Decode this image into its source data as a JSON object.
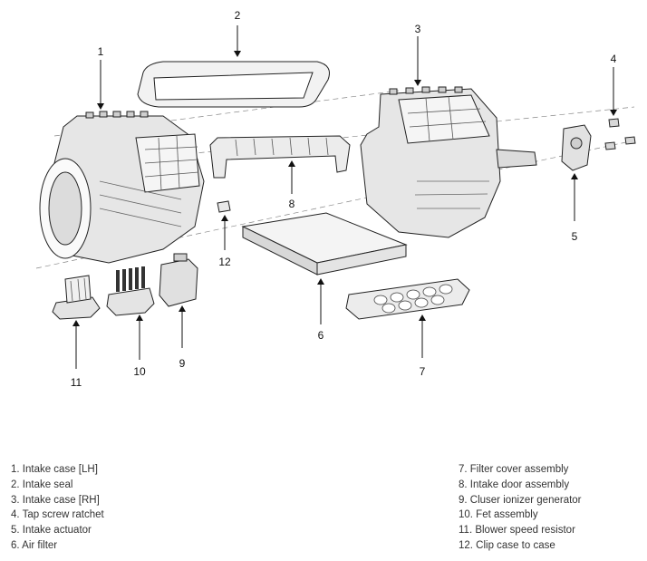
{
  "callouts": [
    "1",
    "2",
    "3",
    "4",
    "5",
    "6",
    "7",
    "8",
    "9",
    "10",
    "11",
    "12"
  ],
  "legend": {
    "left": [
      "1. Intake case [LH]",
      "2. Intake seal",
      "3. Intake case [RH]",
      "4. Tap screw ratchet",
      "5. Intake actuator",
      "6. Air filter"
    ],
    "right": [
      "7. Filter cover assembly",
      "8. Intake door assembly",
      "9. Cluser ionizer generator",
      "10. Fet assembly",
      "11. Blower speed resistor",
      "12. Clip case to case"
    ]
  }
}
